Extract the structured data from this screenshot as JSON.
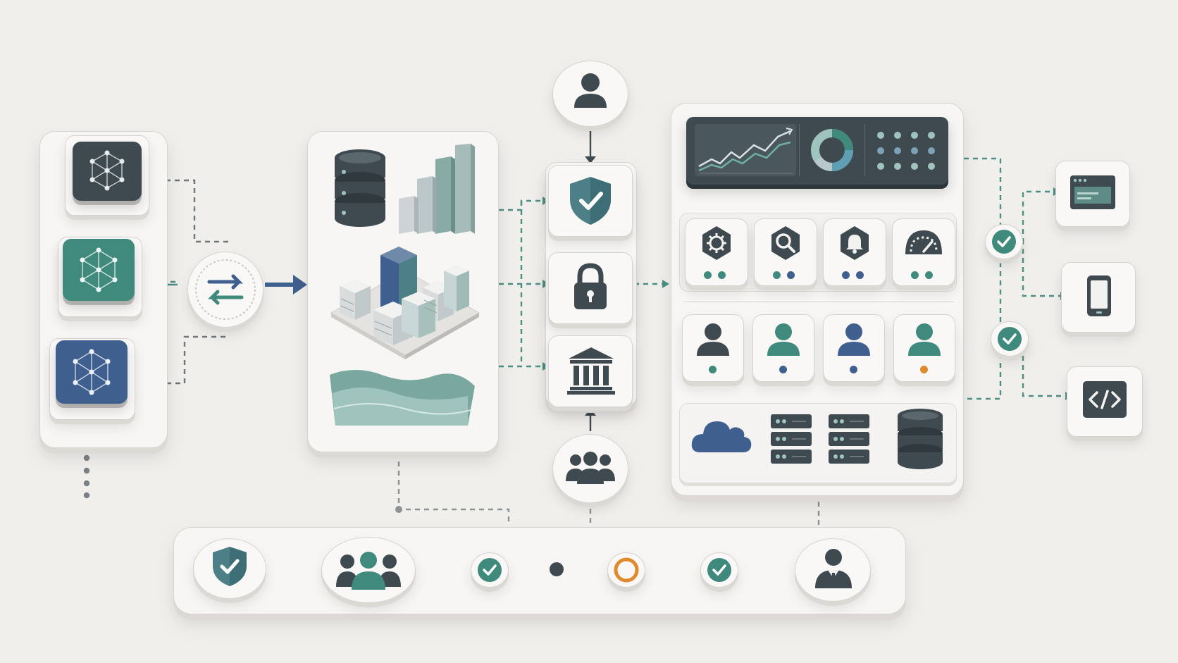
{
  "colors": {
    "background": "#f1efec",
    "dark_slate": "#3e4a50",
    "teal": "#3f8a7d",
    "navy": "#3f5f8e",
    "orange": "#e08a2e",
    "light_teal": "#9fc4bd",
    "connector_teal": "#4c8f84",
    "connector_gray": "#8c9195"
  },
  "left_column": {
    "network_tiles": [
      {
        "icon": "network-graph-icon",
        "color": "dark"
      },
      {
        "icon": "network-graph-icon",
        "color": "teal"
      },
      {
        "icon": "network-graph-icon",
        "color": "navy"
      }
    ]
  },
  "transform_node": {
    "icon": "swap-arrows-icon"
  },
  "data_panel": {
    "icons": [
      "database-icon",
      "bar-chart-icon",
      "server-cluster-icon",
      "data-lake-icon"
    ]
  },
  "security_column": {
    "top_node": "user-icon",
    "stack": [
      "shield-check-icon",
      "padlock-icon",
      "bank-icon"
    ],
    "bottom_node": "user-group-icon"
  },
  "platform_panel": {
    "dashboard": [
      "line-chart-icon",
      "donut-chart-icon",
      "dot-grid-icon"
    ],
    "tools": [
      "gear-icon",
      "search-icon",
      "bell-icon",
      "gauge-icon"
    ],
    "users": [
      {
        "icon": "user-icon",
        "color": "#3e4a50",
        "dot": "#3f8a7d"
      },
      {
        "icon": "user-icon",
        "color": "#3f8a7d",
        "dot": "#3f5f8e"
      },
      {
        "icon": "user-icon",
        "color": "#3f5f8e",
        "dot": "#3f5f8e"
      },
      {
        "icon": "user-icon",
        "color": "#3f8a7d",
        "dot": "#e08a2e"
      }
    ],
    "infrastructure": [
      "cloud-icon",
      "server-icon",
      "server-icon",
      "database-icon"
    ]
  },
  "validation_checks": [
    "check-icon",
    "check-icon"
  ],
  "outputs": [
    "browser-window-icon",
    "mobile-phone-icon",
    "code-icon"
  ],
  "workflow_bar": [
    "shield-check-icon",
    "user-group-icon",
    "check-icon",
    "step-dot",
    "pending-step-icon",
    "check-icon",
    "business-user-icon"
  ]
}
